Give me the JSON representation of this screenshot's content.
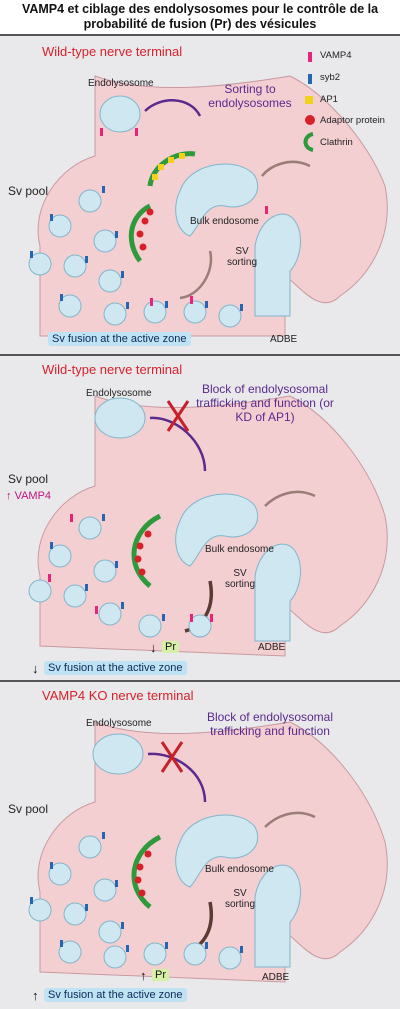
{
  "title": "VAMP4 et ciblage des endolysosomes pour le contrôle de la probabilité de fusion (Pr) des vésicules",
  "legend": {
    "vamp4": "VAMP4",
    "syb2": "syb2",
    "ap1": "AP1",
    "adaptor": "Adaptor protein",
    "clathrin": "Clathrin"
  },
  "colors": {
    "cytoplasm": "#f4cfd2",
    "vesicle": "#cfe7f0",
    "vamp4": "#e8237a",
    "syb2": "#2566b3",
    "ap1": "#f2d11c",
    "adaptor": "#d8202a",
    "clathrin": "#2e9a3c",
    "header_red": "#d8202a",
    "purple": "#5a2a8c"
  },
  "panels": [
    {
      "header": "Wild-type nerve terminal",
      "endolysosome": "Endolysosome",
      "purple_text": "Sorting to endolysosomes",
      "sv_pool": "Sv pool",
      "bulk_endosome": "Bulk endosome",
      "sv_sorting": "SV sorting",
      "adbe": "ADBE",
      "fusion": "Sv fusion at the active zone"
    },
    {
      "header": "Wild-type nerve terminal",
      "endolysosome": "Endolysosome",
      "purple_text": "Block of endolysosomal trafficking and function (or KD of AP1)",
      "sv_pool": "Sv pool",
      "vamp4_up": "VAMP4",
      "bulk_endosome": "Bulk endosome",
      "sv_sorting": "SV sorting",
      "adbe": "ADBE",
      "pr": "Pr",
      "fusion": "Sv fusion at the active zone"
    },
    {
      "header": "VAMP4 KO nerve terminal",
      "endolysosome": "Endolysosome",
      "purple_text": "Block of endolysosomal trafficking and function",
      "sv_pool": "Sv pool",
      "bulk_endosome": "Bulk endosome",
      "sv_sorting": "SV sorting",
      "adbe": "ADBE",
      "pr": "Pr",
      "fusion": "Sv fusion at the active zone"
    }
  ]
}
